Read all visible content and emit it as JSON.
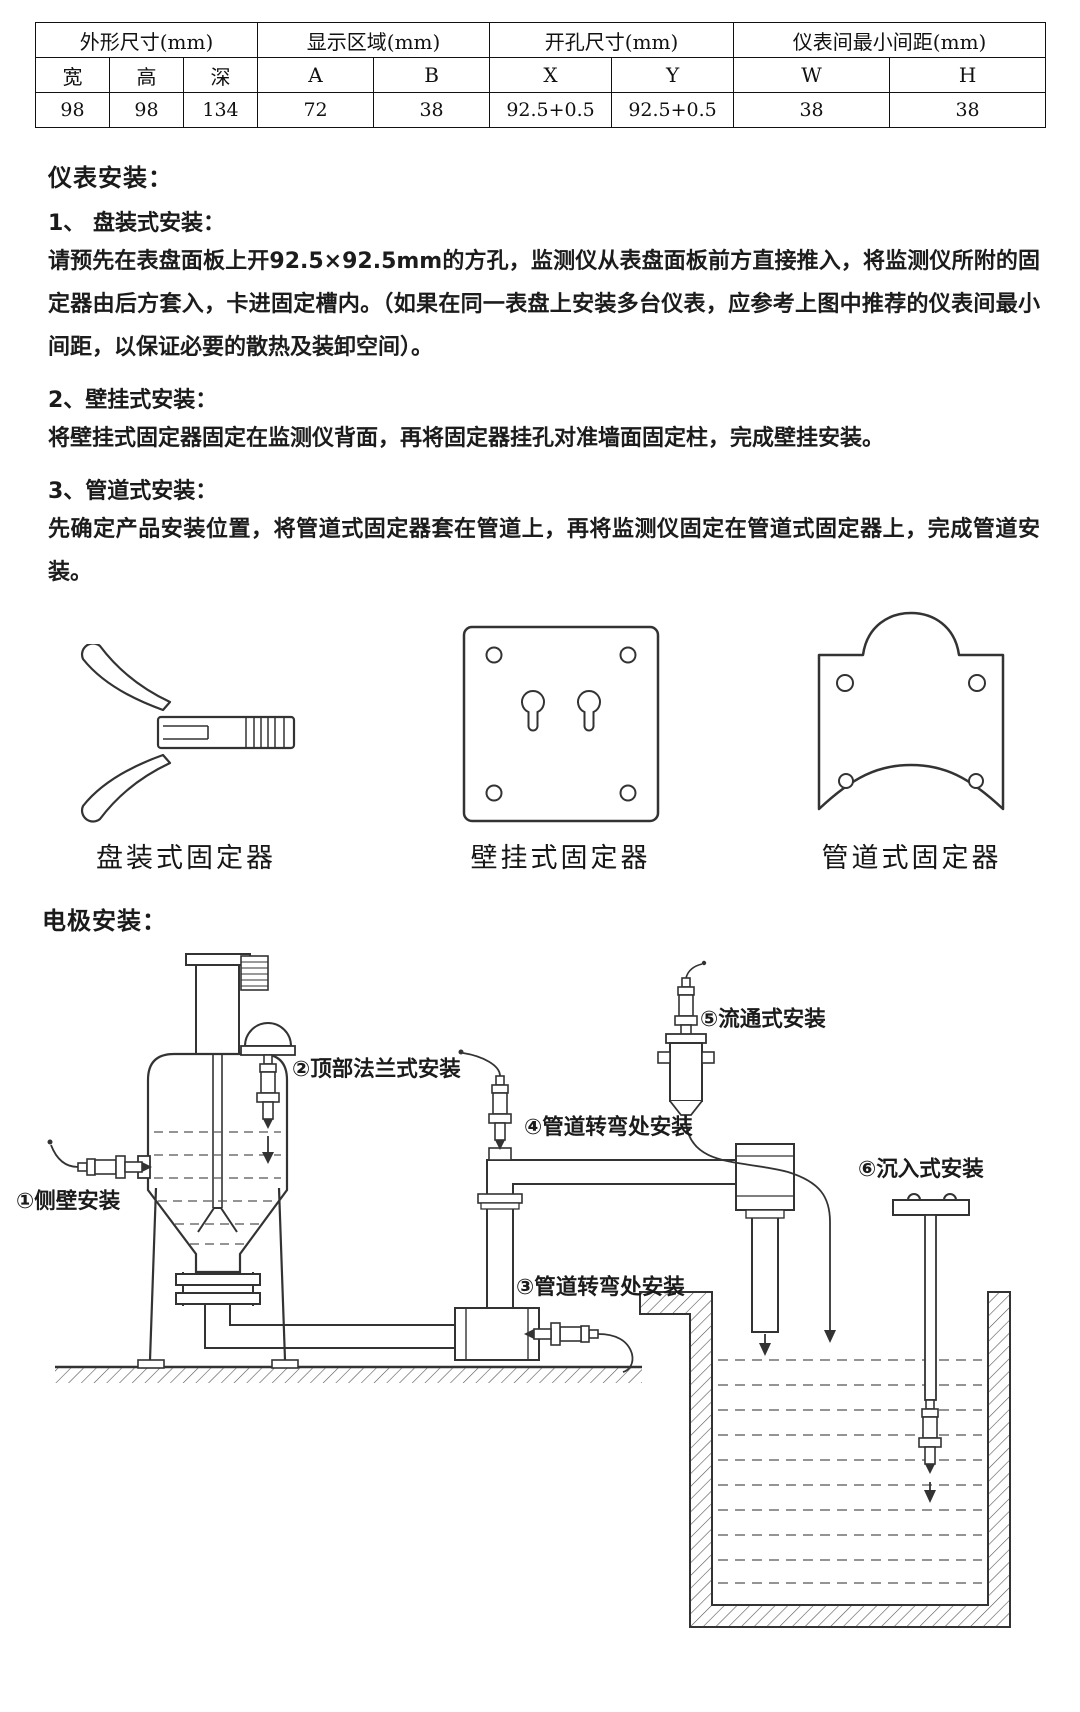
{
  "table": {
    "groups": [
      "外形尺寸(mm)",
      "显示区域(mm)",
      "开孔尺寸(mm)",
      "仪表间最小间距(mm)"
    ],
    "headers": [
      "宽",
      "高",
      "深",
      "A",
      "B",
      "X",
      "Y",
      "W",
      "H"
    ],
    "values": [
      "98",
      "98",
      "134",
      "72",
      "38",
      "92.5+0.5",
      "92.5+0.5",
      "38",
      "38"
    ]
  },
  "meter_install": {
    "title": "仪表安装：",
    "items": [
      {
        "title": "1、 盘装式安装：",
        "body": "请预先在表盘面板上开92.5×92.5mm的方孔，监测仪从表盘面板前方直接推入，将监测仪所附的固定器由后方套入，卡进固定槽内。（如果在同一表盘上安装多台仪表，应参考上图中推荐的仪表间最小间距，以保证必要的散热及装卸空间）。"
      },
      {
        "title": "2、壁挂式安装：",
        "body": "将壁挂式固定器固定在监测仪背面，再将固定器挂孔对准墙面固定柱，完成壁挂安装。"
      },
      {
        "title": "3、管道式安装：",
        "body": "先确定产品安装位置，将管道式固定器套在管道上，再将监测仪固定在管道式固定器上，完成管道安装。"
      }
    ]
  },
  "fixers": {
    "panel_caption": "盘装式固定器",
    "wall_caption": "壁挂式固定器",
    "pipe_caption": "管道式固定器"
  },
  "electrode_install": {
    "title": "电极安装：",
    "labels": [
      "①侧壁安装",
      "②顶部法兰式安装",
      "③管道转弯处安装",
      "④管道转弯处安装",
      "⑤流通式安装",
      "⑥沉入式安装"
    ]
  },
  "colors": {
    "ink": "#1a1a1a",
    "line": "#333333"
  }
}
